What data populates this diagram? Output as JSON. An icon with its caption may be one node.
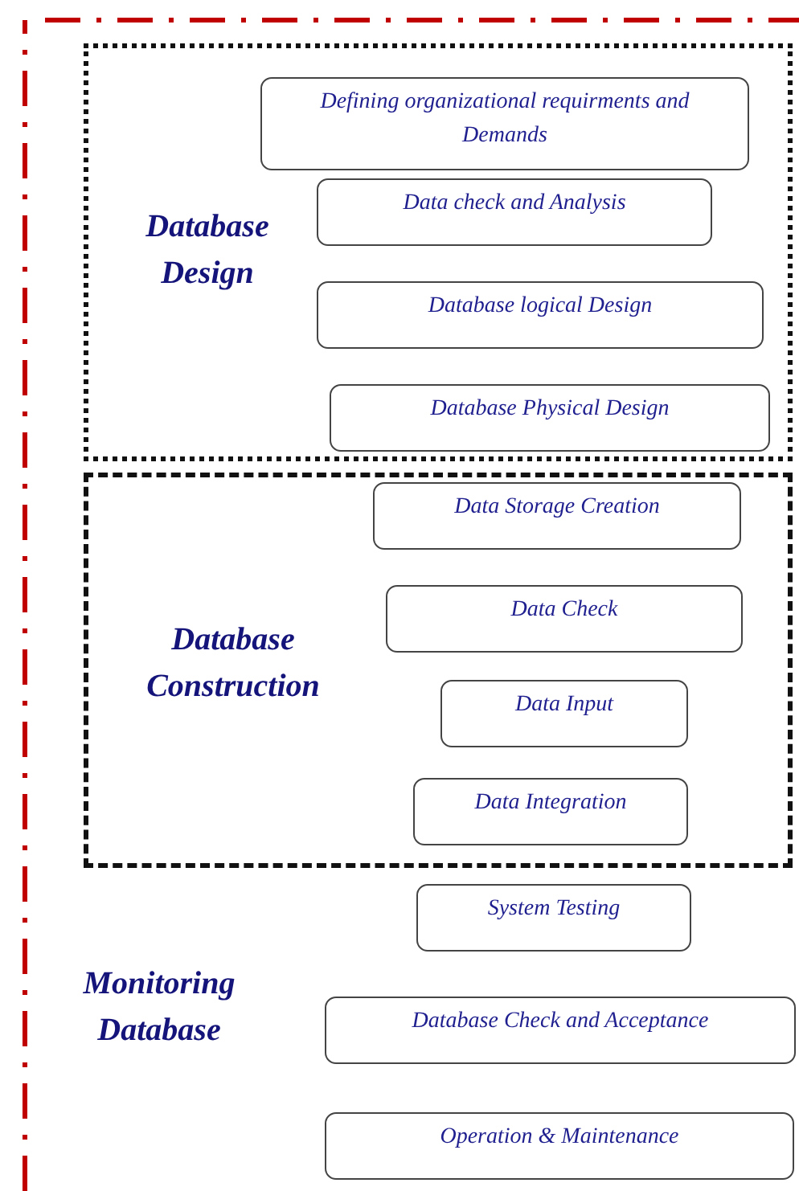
{
  "diagram": {
    "nodes": [
      {
        "text": [
          "Monitoring Database"
        ]
      },
      {
        "text": [
          "Database Design"
        ],
        "in": 0
      },
      {
        "text": [
          "Defining organizational requirments and Demands"
        ],
        "in": 1
      },
      {
        "text": [
          "Data check and Analysis"
        ],
        "in": 1
      },
      {
        "text": [
          "Database logical Design"
        ],
        "in": 1
      },
      {
        "text": [
          "Database Physical Design"
        ],
        "in": 1
      },
      {
        "text": [
          "Database Construction"
        ],
        "in": 0
      },
      {
        "text": [
          "Data Storage Creation"
        ],
        "in": 6
      },
      {
        "text": [
          "Data Check"
        ],
        "in": 6
      },
      {
        "text": [
          "Data Input"
        ],
        "in": 6
      },
      {
        "text": [
          "Data Integration"
        ],
        "in": 6
      },
      {
        "text": [
          "System Testing"
        ],
        "in": 0
      },
      {
        "text": [
          "Database Check and Acceptance"
        ],
        "in": 0
      },
      {
        "text": [
          "Operation & Maintenance"
        ],
        "in": 0
      }
    ]
  }
}
